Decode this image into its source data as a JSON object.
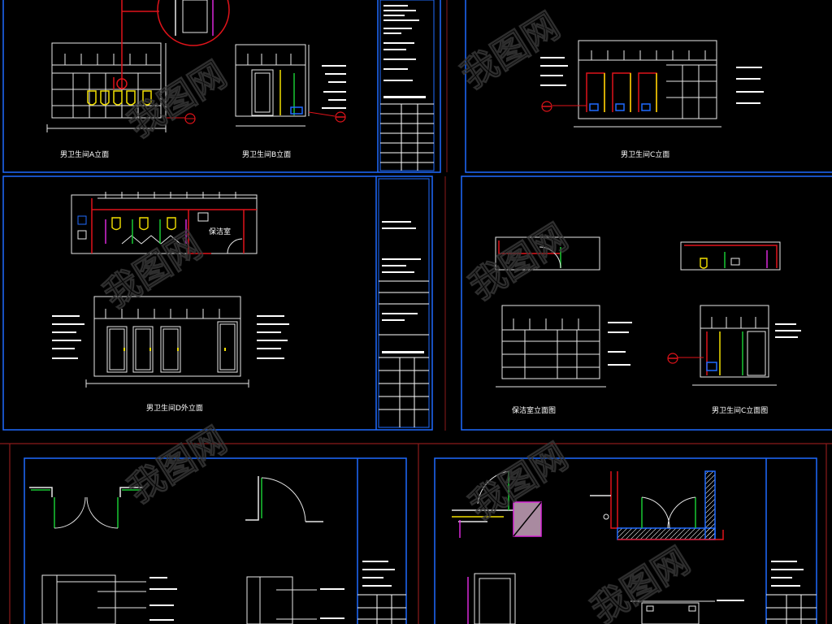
{
  "captions": {
    "men_a": "男卫生间A立面",
    "men_b": "男卫生间B立面",
    "men_d": "男卫生间D外立面",
    "men_c": "男卫生间C立面",
    "janitor": "保洁室立面图",
    "women_c": "男卫生间C立面图",
    "janitor_room": "保洁室"
  },
  "watermark": "我图网",
  "colors": {
    "frame_blue": "#1f6bff",
    "frame_red": "#8b1a1a",
    "line_white": "#e8e8e8",
    "accent_red": "#e0131a",
    "accent_yellow": "#f3e000",
    "accent_green": "#19c832",
    "accent_magenta": "#d928d9",
    "watermark": "#3a3a3a"
  }
}
